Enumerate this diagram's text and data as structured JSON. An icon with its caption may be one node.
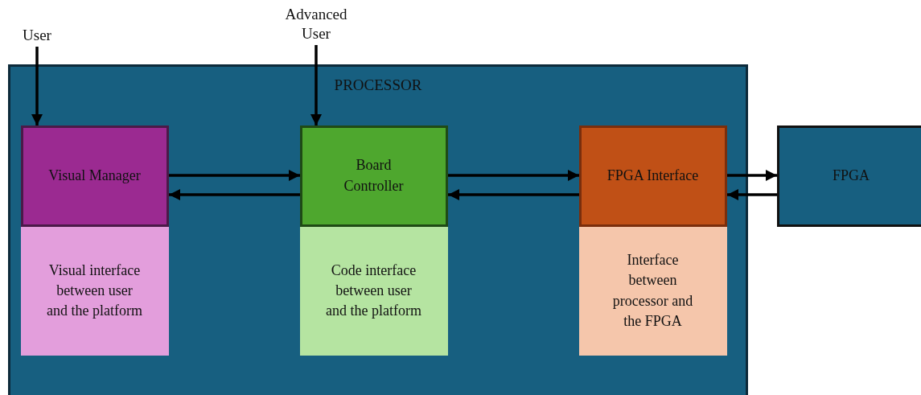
{
  "diagram": {
    "nodes": [
      {
        "text": [
          "PROCESSOR"
        ]
      },
      {
        "text": [
          "Visual Manager"
        ],
        "in": 0
      },
      {
        "text": [
          "Visual interface between user and the platform"
        ],
        "in": 0
      },
      {
        "text": [
          "Board Controller"
        ],
        "in": 0
      },
      {
        "text": [
          "Code interface between user and the platform"
        ],
        "in": 0
      },
      {
        "text": [
          "FPGA Interface"
        ],
        "in": 0
      },
      {
        "text": [
          "Interface between processor and the FPGA"
        ],
        "in": 0
      },
      {
        "text": [
          "FPGA"
        ]
      },
      {
        "text": [
          "User"
        ]
      },
      {
        "text": [
          "Advanced User"
        ]
      }
    ],
    "edges": [
      {
        "from": 8,
        "to": 1,
        "arrow": "to"
      },
      {
        "from": 9,
        "to": 3,
        "arrow": "to"
      },
      {
        "from": 1,
        "to": 3,
        "arrow": "to"
      },
      {
        "from": 3,
        "to": 1,
        "arrow": "to"
      },
      {
        "from": 3,
        "to": 5,
        "arrow": "to"
      },
      {
        "from": 5,
        "to": 3,
        "arrow": "to"
      },
      {
        "from": 5,
        "to": 7,
        "arrow": "to"
      },
      {
        "from": 7,
        "to": 5,
        "arrow": "to"
      }
    ]
  }
}
